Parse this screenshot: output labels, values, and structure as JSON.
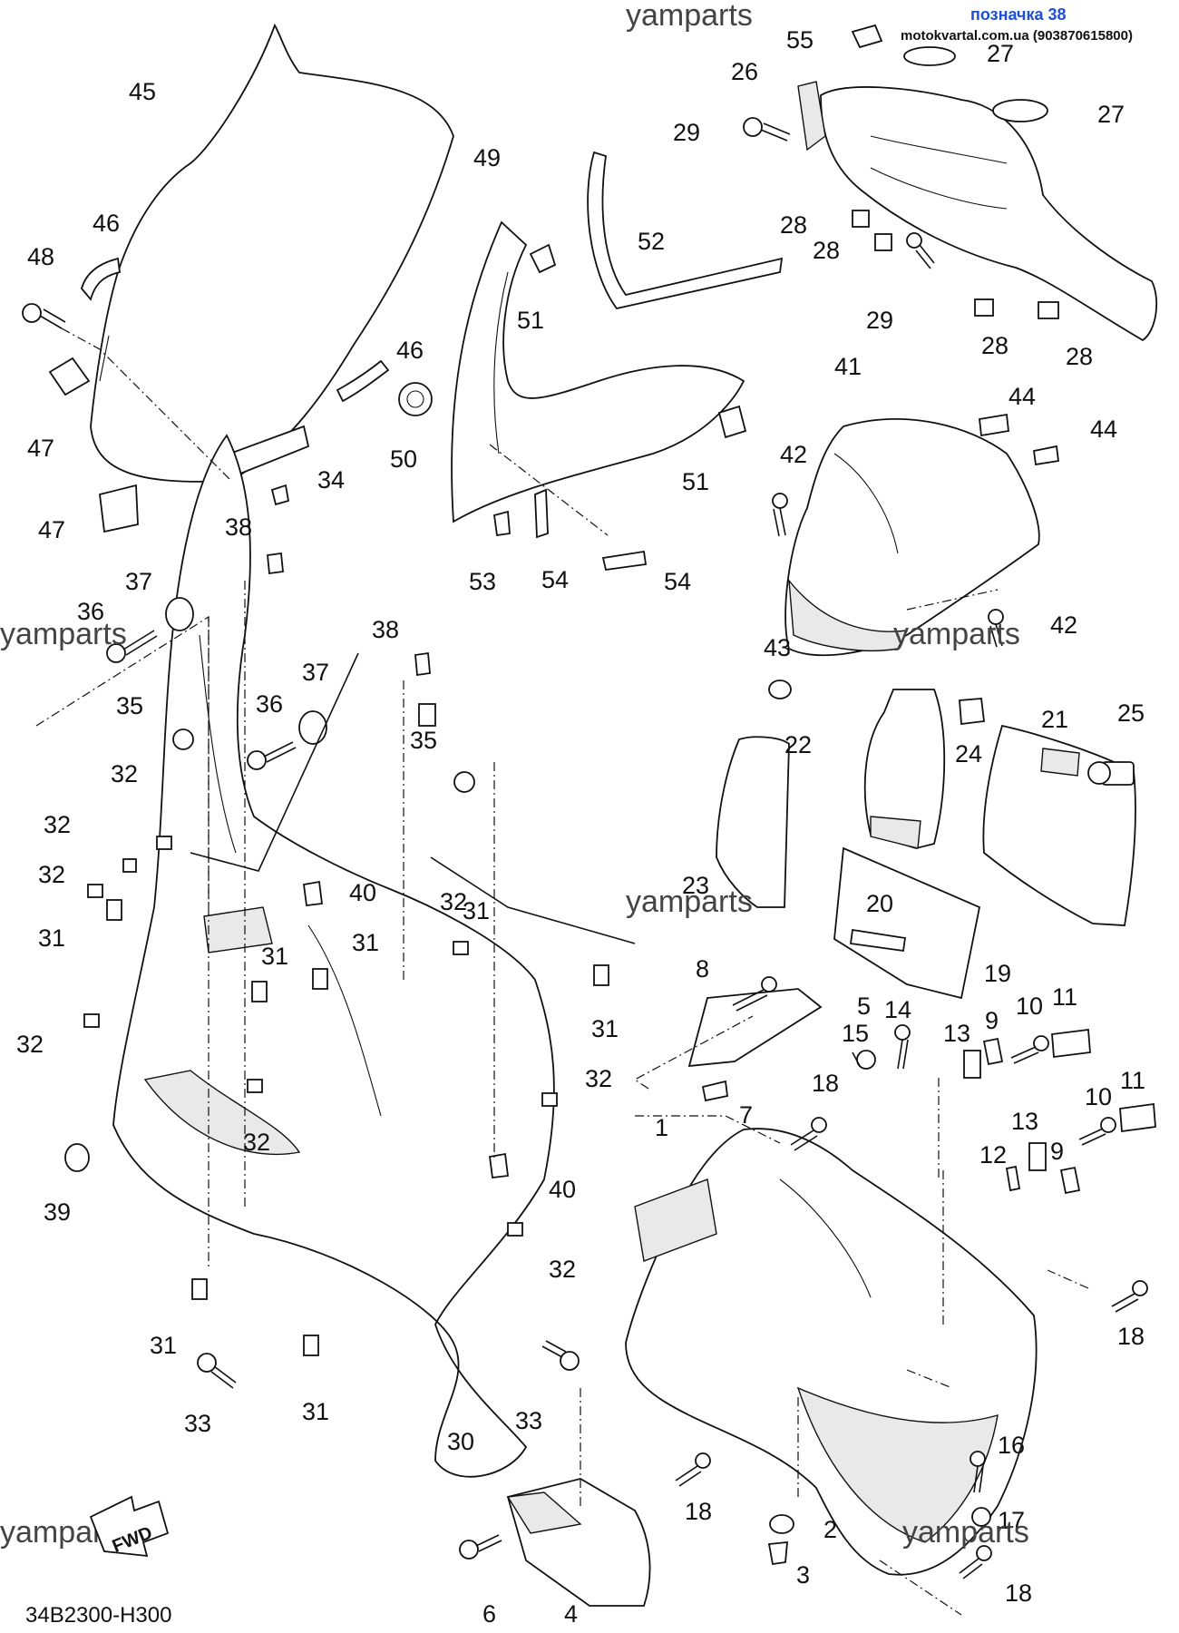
{
  "header": {
    "label": "позначка 38",
    "site": "motokvartal.com.ua (903870615800)",
    "watermark": "yamparts"
  },
  "footer": {
    "diagram_code": "34B2300-H300",
    "fwd_label": "FWD"
  },
  "callouts": [
    "1",
    "2",
    "3",
    "4",
    "5",
    "6",
    "7",
    "8",
    "9",
    "10",
    "11",
    "12",
    "13",
    "14",
    "15",
    "16",
    "17",
    "18",
    "19",
    "20",
    "21",
    "22",
    "23",
    "24",
    "25",
    "26",
    "27",
    "28",
    "29",
    "30",
    "31",
    "32",
    "33",
    "34",
    "35",
    "36",
    "37",
    "38",
    "39",
    "40",
    "41",
    "42",
    "43",
    "44",
    "45",
    "46",
    "47",
    "48",
    "49",
    "50",
    "51",
    "52",
    "53",
    "54",
    "55"
  ]
}
